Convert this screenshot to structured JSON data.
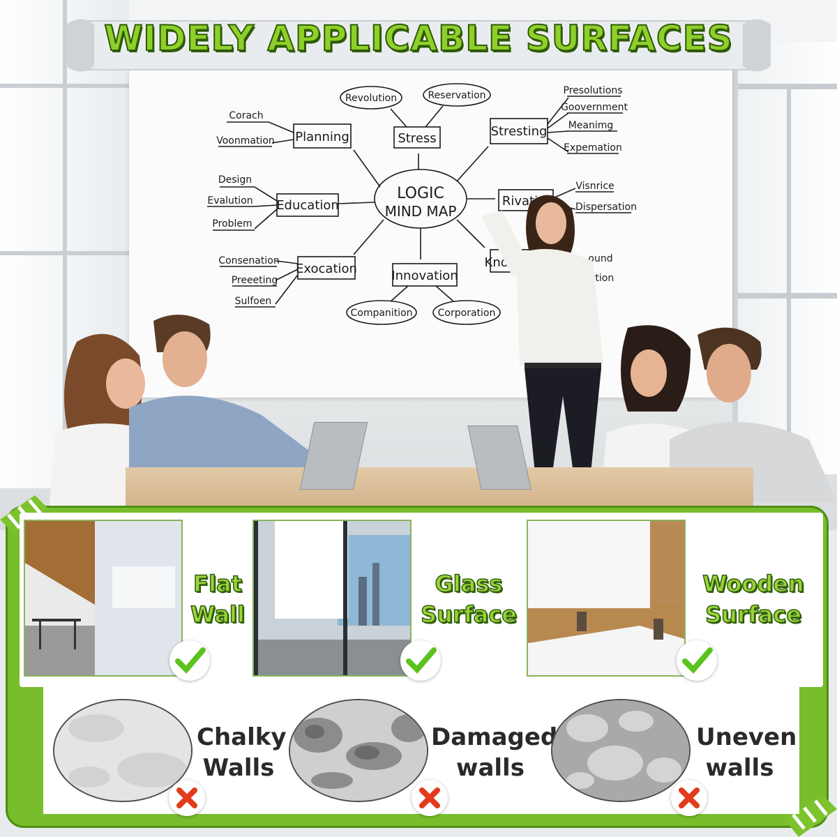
{
  "banner": {
    "title": "WIDELY APPLICABLE SURFACES"
  },
  "mindmap": {
    "center": [
      "LOGIC",
      "MIND MAP"
    ],
    "nodes": {
      "planning": "Planning",
      "stress": "Stress",
      "stresting": "Stresting",
      "education": "Education",
      "rivation": "Rivatio",
      "exocation": "Exocation",
      "innovation": "Innovation",
      "knowledge": "Knowledge"
    },
    "leaves": {
      "corach": "Corach",
      "voonmation": "Voonmation",
      "revolution": "Revolution",
      "reservation": "Reservation",
      "presolutions": "Presolutions",
      "goovernment": "Goovernment",
      "meanimg": "Meanimg",
      "expemation": "Expemation",
      "design": "Design",
      "evalution": "Evalution",
      "problem": "Problem",
      "visnrice": "Visnrice",
      "dispersation": "Dispersation",
      "consenation": "Consenation",
      "preeeting": "Preeeting",
      "sulfoen": "Sulfoen",
      "companition": "Companition",
      "corporation": "Corporation",
      "ound": "ound",
      "ction": "ction"
    }
  },
  "suitable": [
    {
      "line1": "Flat",
      "line2": "Wall"
    },
    {
      "line1": "Glass",
      "line2": "Surface"
    },
    {
      "line1": "Wooden",
      "line2": "Surface"
    }
  ],
  "unsuitable": [
    {
      "line1": "Chalky",
      "line2": "Walls"
    },
    {
      "line1": "Damaged",
      "line2": "walls"
    },
    {
      "line1": "Uneven",
      "line2": "walls"
    }
  ],
  "colors": {
    "accent_green": "#77bd2c",
    "label_green": "#9bd33a",
    "check_green": "#5cc21f",
    "cross_red": "#e23a1c"
  }
}
